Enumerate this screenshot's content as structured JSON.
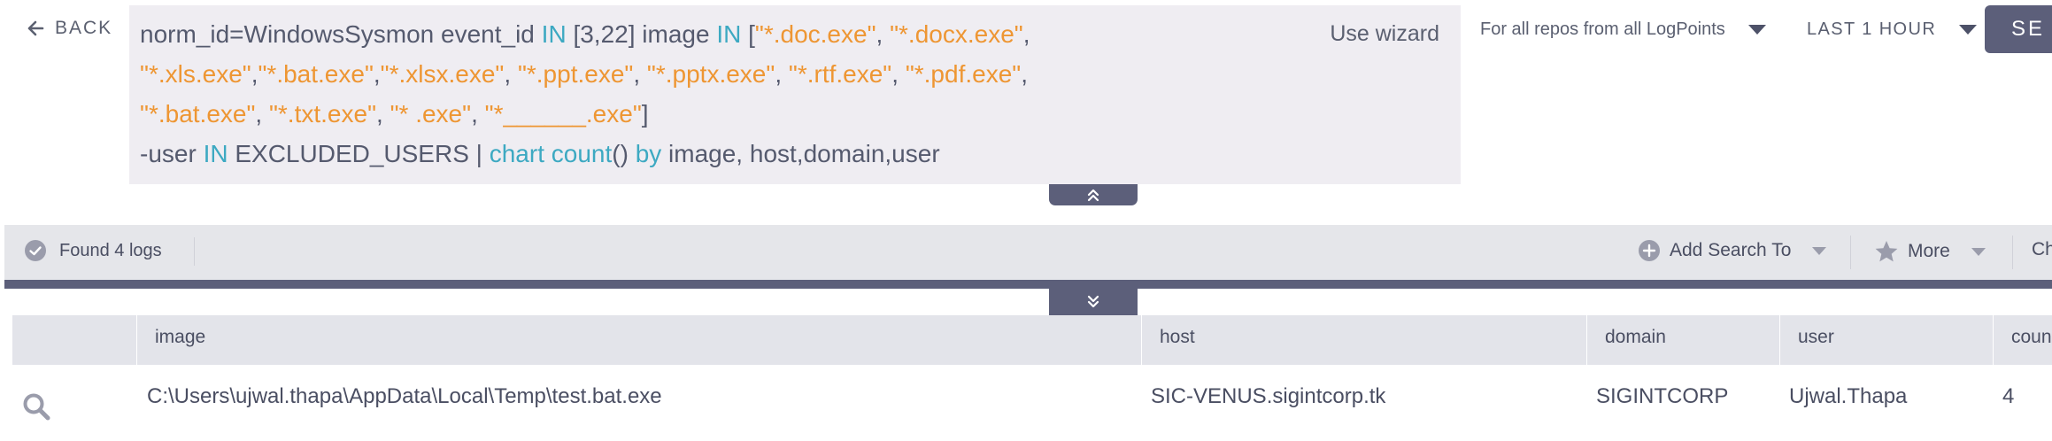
{
  "nav": {
    "back_label": "BACK"
  },
  "query": {
    "lines": [
      [
        {
          "t": "norm_id=WindowsSysmon event_id ",
          "c": "plain"
        },
        {
          "t": "IN",
          "c": "kw"
        },
        {
          "t": " [3,22] image ",
          "c": "plain"
        },
        {
          "t": "IN",
          "c": "kw"
        },
        {
          "t": " [",
          "c": "plain"
        },
        {
          "t": "\"*.doc.exe\"",
          "c": "str"
        },
        {
          "t": ", ",
          "c": "plain"
        },
        {
          "t": "\"*.docx.exe\"",
          "c": "str"
        },
        {
          "t": ",",
          "c": "plain"
        }
      ],
      [
        {
          "t": "\"*.xls.exe\"",
          "c": "str"
        },
        {
          "t": ",",
          "c": "plain"
        },
        {
          "t": "\"*.bat.exe\"",
          "c": "str"
        },
        {
          "t": ",",
          "c": "plain"
        },
        {
          "t": "\"*.xlsx.exe\"",
          "c": "str"
        },
        {
          "t": ", ",
          "c": "plain"
        },
        {
          "t": "\"*.ppt.exe\"",
          "c": "str"
        },
        {
          "t": ", ",
          "c": "plain"
        },
        {
          "t": "\"*.pptx.exe\"",
          "c": "str"
        },
        {
          "t": ",  ",
          "c": "plain"
        },
        {
          "t": "\"*.rtf.exe\"",
          "c": "str"
        },
        {
          "t": ", ",
          "c": "plain"
        },
        {
          "t": "\"*.pdf.exe\"",
          "c": "str"
        },
        {
          "t": ",",
          "c": "plain"
        }
      ],
      [
        {
          "t": "\"*.bat.exe\"",
          "c": "str"
        },
        {
          "t": ", ",
          "c": "plain"
        },
        {
          "t": "\"*.txt.exe\"",
          "c": "str"
        },
        {
          "t": ", ",
          "c": "plain"
        },
        {
          "t": "\"* .exe\"",
          "c": "str"
        },
        {
          "t": ", ",
          "c": "plain"
        },
        {
          "t": "\"*______.exe\"",
          "c": "str"
        },
        {
          "t": "]",
          "c": "plain"
        }
      ],
      [
        {
          "t": "-user ",
          "c": "plain"
        },
        {
          "t": "IN",
          "c": "kw"
        },
        {
          "t": " EXCLUDED_USERS | ",
          "c": "plain"
        },
        {
          "t": "chart count",
          "c": "kw"
        },
        {
          "t": "() ",
          "c": "plain"
        },
        {
          "t": "by",
          "c": "kw"
        },
        {
          "t": " image, host,domain,user",
          "c": "plain"
        }
      ]
    ],
    "use_wizard_label": "Use wizard"
  },
  "repo_select": {
    "value": "For all repos from all LogPoints"
  },
  "time_select": {
    "value": "LAST 1 HOUR"
  },
  "search_button": {
    "label": "SE"
  },
  "results_bar": {
    "found_label": "Found 4 logs",
    "add_search_label": "Add Search To",
    "more_label": "More",
    "chart_label": "Ch"
  },
  "table": {
    "columns": [
      "image",
      "host",
      "domain",
      "user",
      "coun"
    ],
    "rows": [
      [
        "C:\\Users\\ujwal.thapa\\AppData\\Local\\Temp\\test.bat.exe",
        "SIC-VENUS.sigintcorp.tk",
        "SIGINTCORP",
        "Ujwal.Thapa",
        "4"
      ]
    ]
  },
  "icons": {
    "back": "arrow-left-icon",
    "collapse_up": "double-chevron-up-icon",
    "collapse_down": "double-chevron-down-icon",
    "found": "check-circle-icon",
    "add_search": "plus-circle-icon",
    "more": "star-icon",
    "row_search": "magnifier-icon"
  },
  "colors": {
    "keyword": "#3da9c2",
    "string": "#ee9633",
    "accent": "#5c5f7a",
    "query_bg": "#efedf2"
  }
}
